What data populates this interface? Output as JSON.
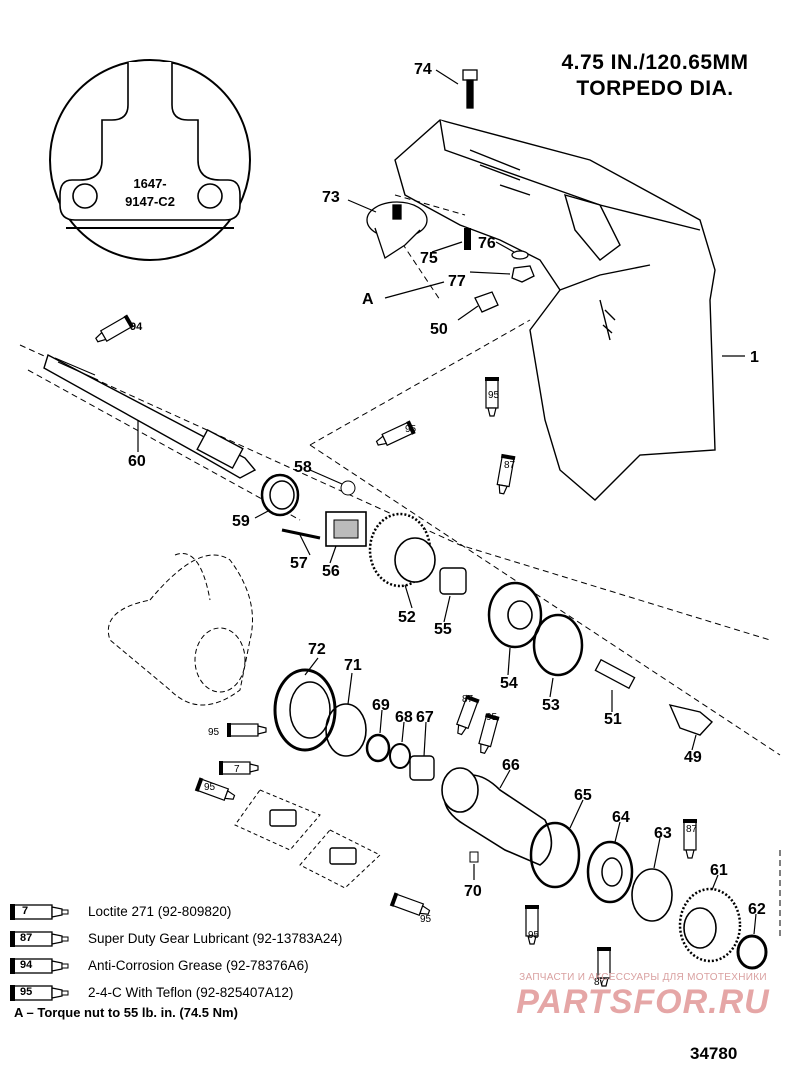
{
  "title": {
    "line1": "4.75 IN./120.65MM",
    "line2": "TORPEDO DIA."
  },
  "inset": {
    "line1": "1647-",
    "line2": "9147-C2"
  },
  "callouts": [
    "74",
    "73",
    "75",
    "76",
    "77",
    "A",
    "50",
    "1",
    "60",
    "58",
    "59",
    "57",
    "56",
    "52",
    "55",
    "54",
    "53",
    "51",
    "49",
    "72",
    "71",
    "69",
    "68",
    "67",
    "66",
    "65",
    "64",
    "63",
    "61",
    "62",
    "70"
  ],
  "tube_labels": {
    "t94": "94",
    "t95": "95",
    "t87": "87",
    "t7": "7"
  },
  "legend": [
    {
      "num": "7",
      "text": "Loctite 271 (92-809820)"
    },
    {
      "num": "87",
      "text": "Super Duty Gear Lubricant (92-13783A24)"
    },
    {
      "num": "94",
      "text": "Anti-Corrosion Grease (92-78376A6)"
    },
    {
      "num": "95",
      "text": "2-4-C  With Teflon (92-825407A12)"
    }
  ],
  "note": "A – Torque nut to 55 lb. in. (74.5 Nm)",
  "drawing_number": "34780",
  "watermark": {
    "top": "ЗАПЧАСТИ И АКСЕССУАРЫ ДЛЯ МОТОТЕХНИКИ",
    "brand": "PARTSFOR.RU"
  }
}
